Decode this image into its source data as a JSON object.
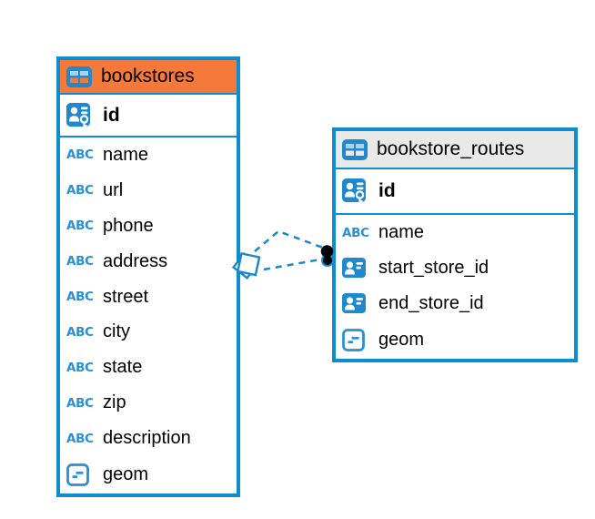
{
  "colors": {
    "table_border": "#0d8ccf",
    "bookstores_header_bg": "#f5793b",
    "routes_header_bg": "#e9e9e9",
    "icon_blue": "#2089ce",
    "connector_blue": "#1b87d0",
    "text": "#000000",
    "canvas_bg": "#ffffff"
  },
  "icons": {
    "text_type_label": "ABC"
  },
  "tables": [
    {
      "name": "bookstores",
      "primary_key": "id",
      "columns": [
        {
          "name": "name",
          "type": "text"
        },
        {
          "name": "url",
          "type": "text"
        },
        {
          "name": "phone",
          "type": "text"
        },
        {
          "name": "address",
          "type": "text"
        },
        {
          "name": "street",
          "type": "text"
        },
        {
          "name": "city",
          "type": "text"
        },
        {
          "name": "state",
          "type": "text"
        },
        {
          "name": "zip",
          "type": "text"
        },
        {
          "name": "description",
          "type": "text"
        },
        {
          "name": "geom",
          "type": "geometry"
        }
      ]
    },
    {
      "name": "bookstore_routes",
      "primary_key": "id",
      "columns": [
        {
          "name": "name",
          "type": "text"
        },
        {
          "name": "start_store_id",
          "type": "reference"
        },
        {
          "name": "end_store_id",
          "type": "reference"
        },
        {
          "name": "geom",
          "type": "geometry"
        }
      ]
    }
  ],
  "relationship": {
    "style": "dashed",
    "line_count": 2,
    "from_table": "bookstores",
    "to_table": "bookstore_routes"
  }
}
